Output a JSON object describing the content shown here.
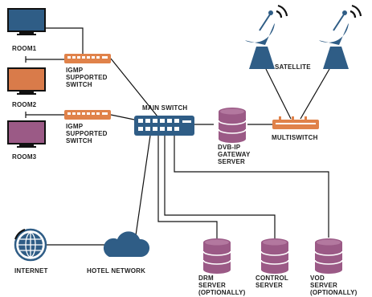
{
  "labels": {
    "room1": "ROOM1",
    "room2": "ROOM2",
    "room3": "ROOM3",
    "igmp1_line1": "IGMP",
    "igmp1_line2": "SUPPORTED",
    "igmp1_line3": "SWITCH",
    "igmp2_line1": "IGMP",
    "igmp2_line2": "SUPPORTED",
    "igmp2_line3": "SWITCH",
    "main_switch": "MAIN SWITCH",
    "satellite": "SATELLITE",
    "gateway_line1": "DVB-IP",
    "gateway_line2": "GATEWAY",
    "gateway_line3": "SERVER",
    "multiswitch": "MULTISWITCH",
    "internet": "INTERNET",
    "hotel_network": "HOTEL NETWORK",
    "drm_line1": "DRM",
    "drm_line2": "SERVER",
    "drm_line3": "(OPTIONALLY)",
    "control_line1": "CONTROL",
    "control_line2": "SERVER",
    "vod_line1": "VOD",
    "vod_line2": "SERVER",
    "vod_line3": "(OPTIONALLY)"
  },
  "colors": {
    "room1_screen": "#2f5d86",
    "room2_screen": "#d97b4a",
    "room3_screen": "#9b5a86",
    "igmp_switch": "#e0824a",
    "main_switch": "#2f5d86",
    "database": "#9b5a86",
    "multiswitch": "#e0824a",
    "satellite_dish": "#2f5d86",
    "cloud": "#2f5d86",
    "globe": "#2f5d86",
    "wire": "#111111"
  },
  "icons": {
    "tv": "tv-icon",
    "igmp_switch": "network-switch-icon",
    "main_switch": "network-switch-icon",
    "database": "database-icon",
    "satellite": "satellite-dish-icon",
    "multiswitch": "multiswitch-icon",
    "globe": "globe-icon",
    "cloud": "cloud-icon"
  }
}
